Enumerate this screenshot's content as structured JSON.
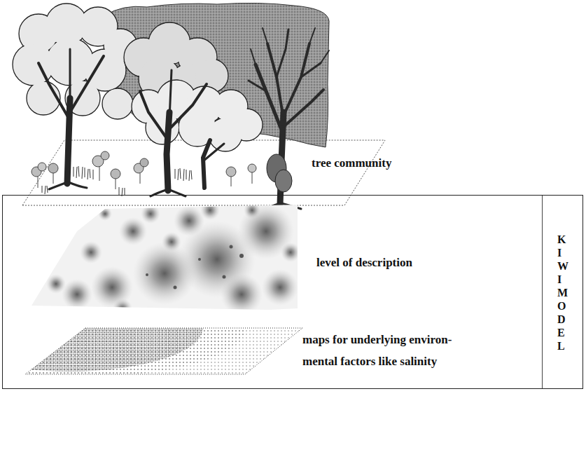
{
  "diagram": {
    "nodes": [
      {
        "text": [
          "KIWI MODEL"
        ]
      }
    ],
    "labels": [
      "tree community",
      "level of description",
      "maps for underlying environ- mental factors like salinity"
    ]
  }
}
